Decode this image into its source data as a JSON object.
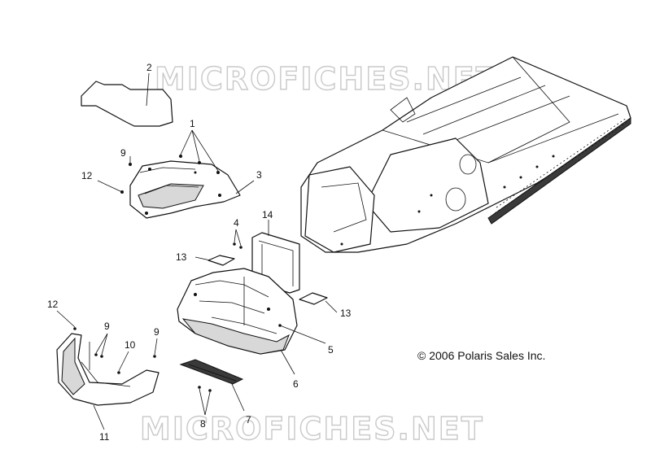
{
  "watermarks": [
    "MICROFICHES.NET",
    "MICROFICHES.NET"
  ],
  "copyright": "© 2006 Polaris Sales Inc.",
  "callouts": [
    "1",
    "2",
    "3",
    "4",
    "5",
    "6",
    "7",
    "8",
    "9",
    "9",
    "9",
    "10",
    "11",
    "12",
    "12",
    "13",
    "13",
    "14"
  ]
}
